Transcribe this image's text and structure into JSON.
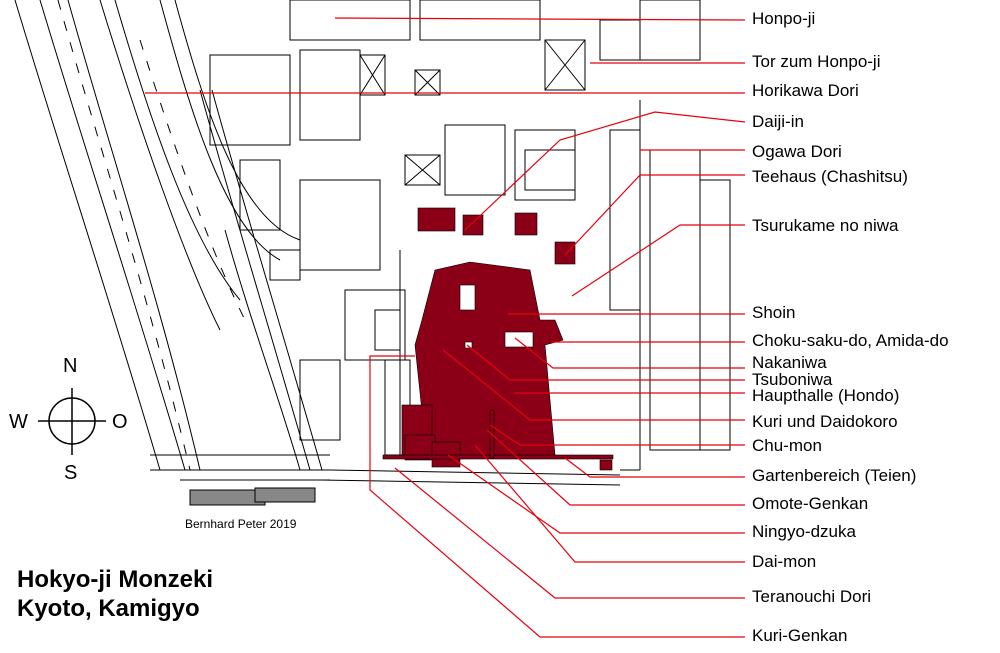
{
  "title": {
    "line1": "Hokyo-ji Monzeki",
    "line2": "Kyoto, Kamigyo"
  },
  "credit": "Bernhard Peter 2019",
  "compass": {
    "north": "N",
    "south": "S",
    "west": "W",
    "east": "O"
  },
  "colors": {
    "building_highlight": "#8b0016",
    "leader_line": "#e8000d",
    "outline": "#000000"
  },
  "labels": [
    "Honpo-ji",
    "Tor zum Honpo-ji",
    "Horikawa Dori",
    "Daiji-in",
    "Ogawa Dori",
    "Teehaus (Chashitsu)",
    "Tsurukame no niwa",
    "Shoin",
    "Choku-saku-do, Amida-do",
    "Nakaniwa",
    "Tsuboniwa",
    "Haupthalle (Hondo)",
    "Kuri und Daidokoro",
    "Chu-mon",
    "Gartenbereich (Teien)",
    "Omote-Genkan",
    "Ningyo-dzuka",
    "Dai-mon",
    "Teranouchi Dori",
    "Kuri-Genkan"
  ]
}
